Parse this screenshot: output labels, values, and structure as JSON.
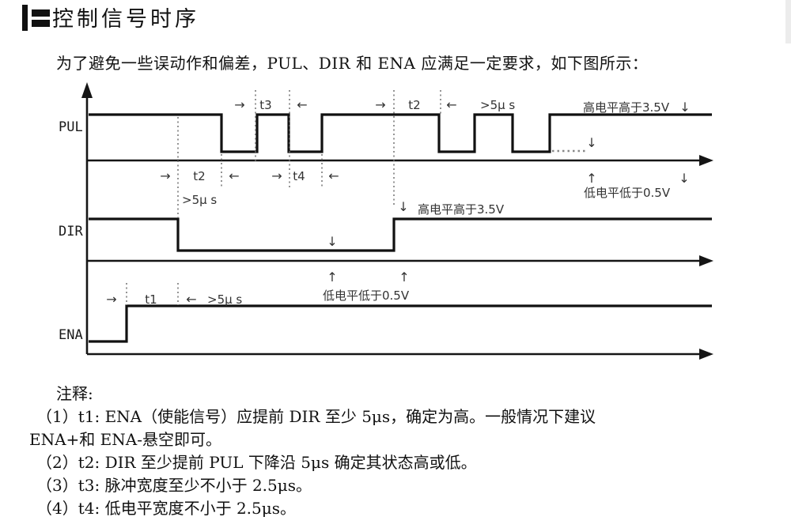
{
  "page": {
    "title": "控制信号时序",
    "intro": "为了避免一些误动作和偏差，PUL、DIR 和 ENA 应满足一定要求，如下图所示："
  },
  "diagram": {
    "signals": {
      "pul": "PUL",
      "dir": "DIR",
      "ena": "ENA"
    },
    "labels": {
      "t1": "t1",
      "t2": "t2",
      "t3": "t3",
      "t4": "t4",
      "gt5us": ">5μ s",
      "high_level": "高电平高于3.5V",
      "low_level": "低电平低于0.5V"
    },
    "icons": {
      "arrow_right": "→",
      "arrow_left": "←",
      "arrow_up": "↑",
      "arrow_down": "↓"
    },
    "colors": {
      "line": "#111111",
      "guide": "#666666",
      "text": "#333333"
    }
  },
  "notes": {
    "heading": "注释:",
    "items": [
      "（1）t1: ENA（使能信号）应提前 DIR 至少 5μs，确定为高。一般情况下建议",
      "ENA+和 ENA-悬空即可。",
      "（2）t2: DIR 至少提前 PUL 下降沿 5μs 确定其状态高或低。",
      "（3）t3: 脉冲宽度至少不小于 2.5μs。",
      "（4）t4: 低电平宽度不小于 2.5μs。"
    ]
  }
}
